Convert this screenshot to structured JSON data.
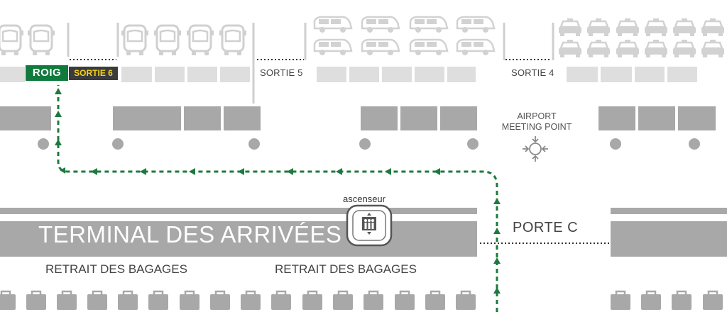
{
  "labels": {
    "roig": "ROIG",
    "sortie6": "SORTIE 6",
    "sortie5": "SORTIE 5",
    "sortie4": "SORTIE 4",
    "meeting_point": "AIRPORT MEETING POINT",
    "ascenseur": "ascenseur",
    "terminal": "TERMINAL DES ARRIVÉES",
    "porte_c": "PORTE C",
    "baggage_left": "RETRAIT DES BAGAGES",
    "baggage_right": "RETRAIT DES BAGAGES"
  },
  "icons": {
    "bus": "bus-icon",
    "van": "van-icon",
    "taxi": "taxi-icon",
    "suitcase": "suitcase-icon",
    "elevator": "elevator-icon",
    "meeting_point": "meeting-point-icon"
  },
  "colors": {
    "route": "#1d7a3e",
    "structure": "#aaaaaa",
    "parking": "#dedede",
    "roig_badge": "#0f7a3c",
    "sortie6_text": "#f2d21b"
  }
}
